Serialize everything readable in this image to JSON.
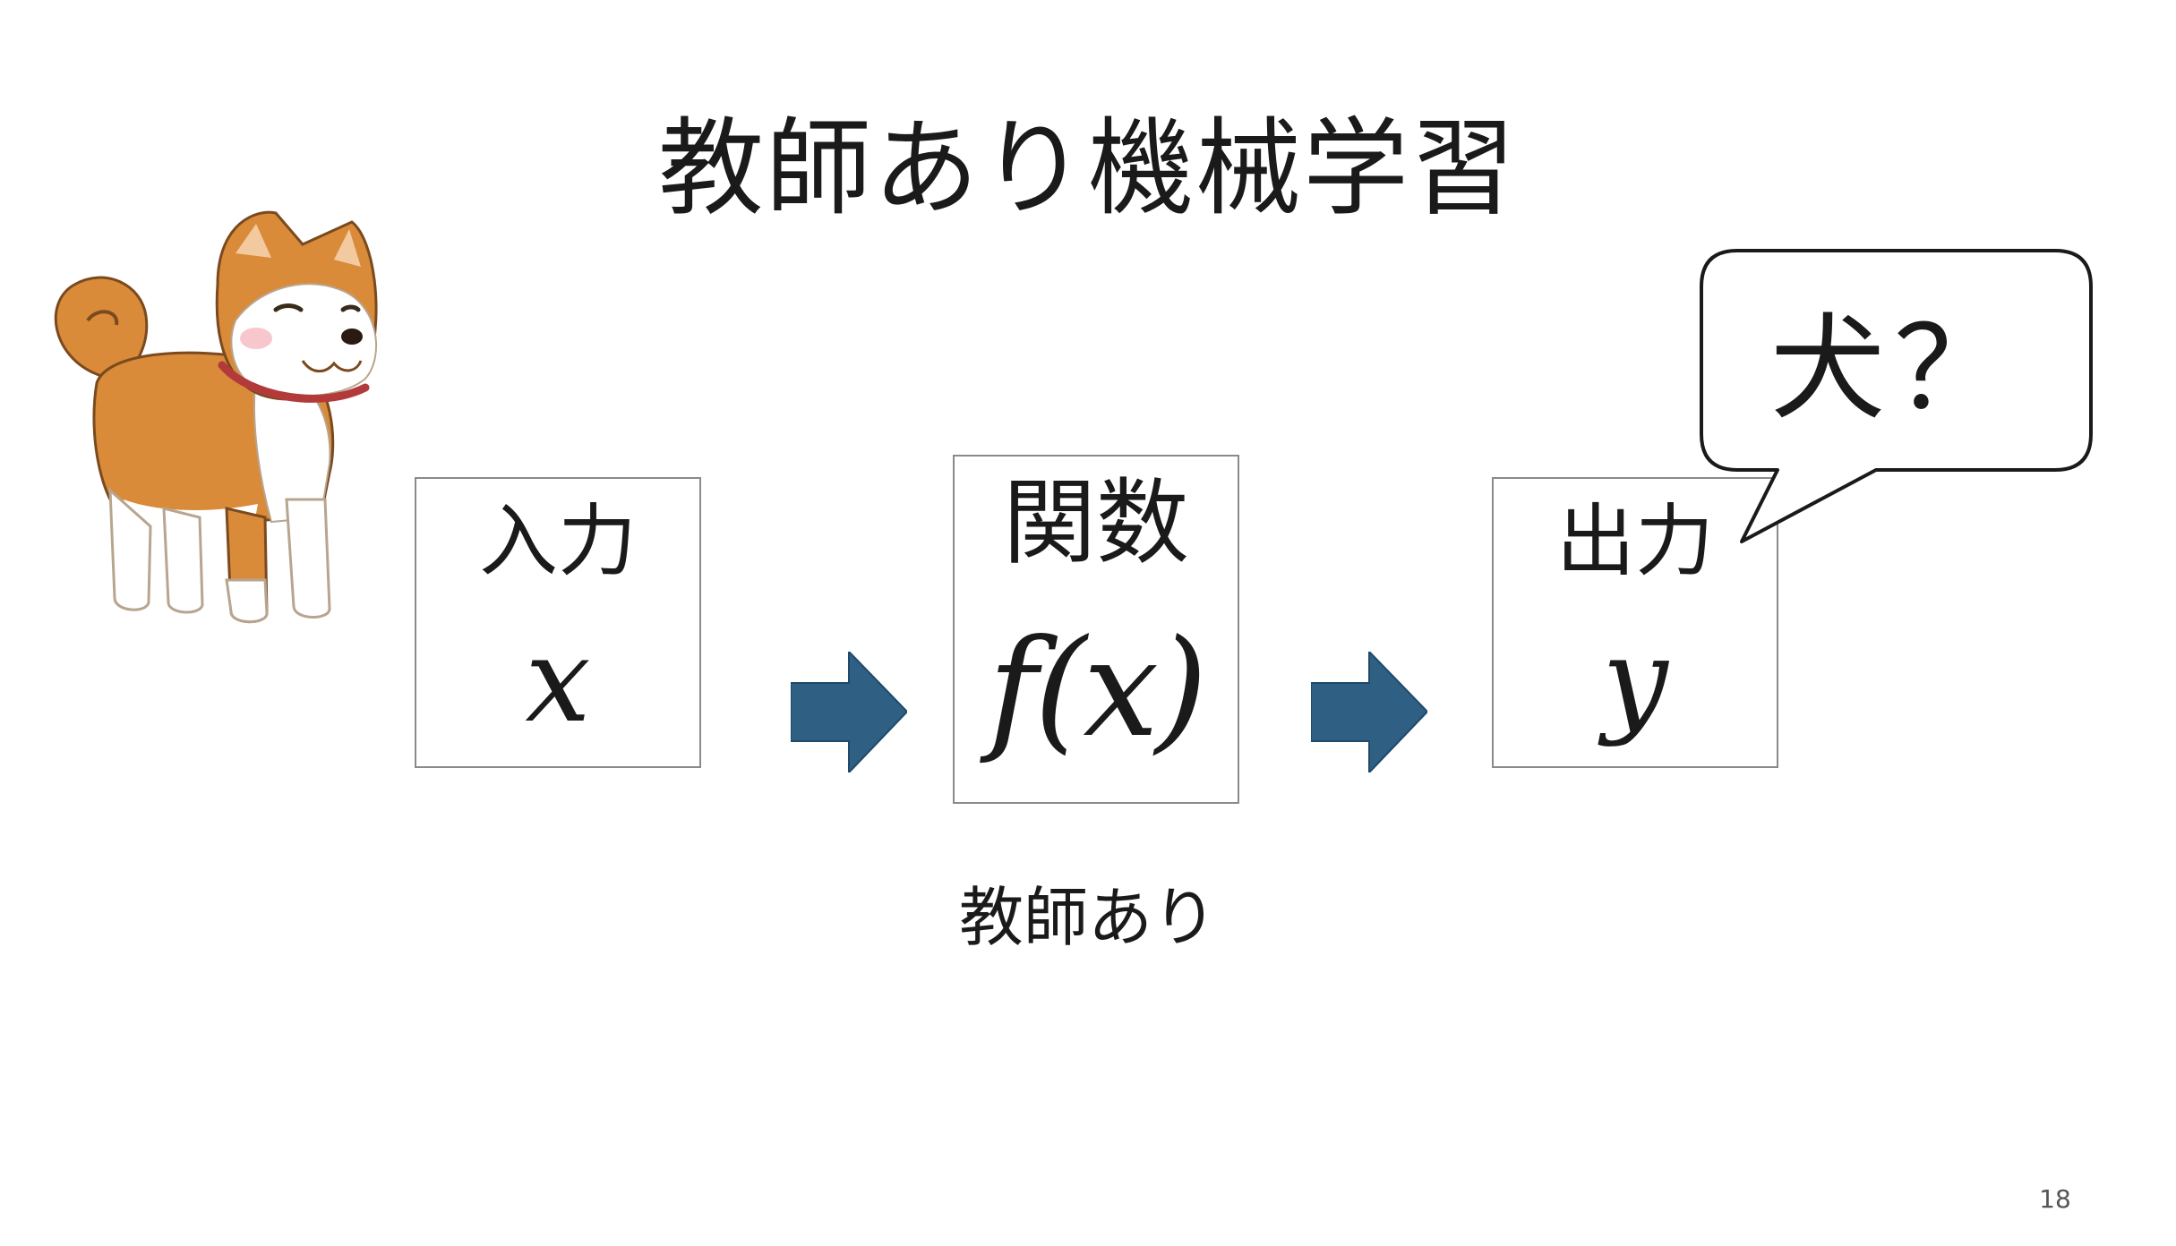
{
  "slide": {
    "title": "教師あり機械学習",
    "caption": "教師あり",
    "page_number": "18"
  },
  "boxes": {
    "input": {
      "label": "入力",
      "symbol": "x"
    },
    "function": {
      "label": "関数",
      "symbol": "f(x)"
    },
    "output": {
      "label": "出力",
      "symbol": "y"
    }
  },
  "speech_bubble": {
    "text": "犬？"
  },
  "icons": {
    "arrow": "right-arrow-icon",
    "dog": "akita-dog-illustration"
  },
  "colors": {
    "arrow_fill": "#2f5f82",
    "box_border": "#8a8a8a",
    "dog_fur": "#d98b3a",
    "dog_collar": "#b23a3a"
  }
}
